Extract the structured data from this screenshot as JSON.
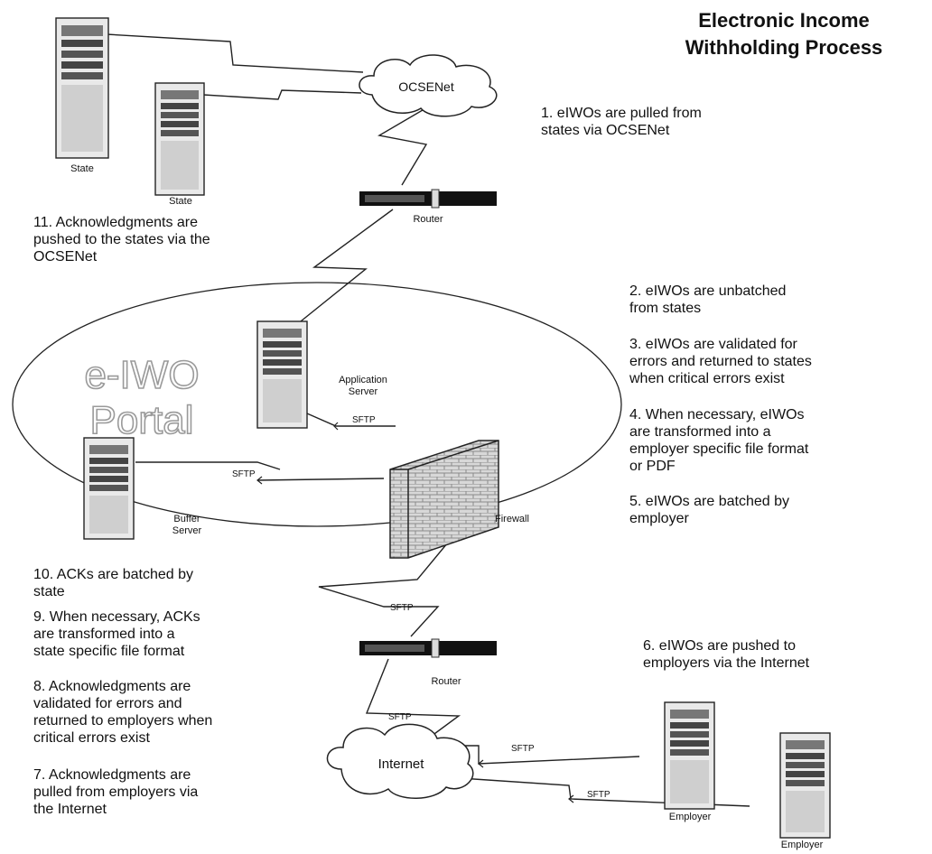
{
  "title": {
    "line1": "Electronic Income",
    "line2": "Withholding Process"
  },
  "nodes": {
    "state_1": "State",
    "state_2": "State",
    "ocsenet": "OCSENet",
    "router_top": "Router",
    "application_server": [
      "Application",
      "Server"
    ],
    "buffer_server": [
      "Buffer",
      "Server"
    ],
    "firewall": "Firewall",
    "router_bottom": "Router",
    "internet": "Internet",
    "employer_1": "Employer",
    "employer_2": "Employer",
    "portal": [
      "e-IWO",
      "Portal"
    ]
  },
  "link_labels": {
    "sftp_app": "SFTP",
    "sftp_buffer": "SFTP",
    "sftp_fw_router": "SFTP",
    "sftp_router_internet": "SFTP",
    "sftp_employer_1": "SFTP",
    "sftp_employer_2": "SFTP"
  },
  "steps": {
    "s1": [
      "1. eIWOs are pulled from",
      "states via OCSENet"
    ],
    "s2": [
      "2. eIWOs are unbatched",
      "from states"
    ],
    "s3": [
      "3. eIWOs are validated for",
      "errors and returned to states",
      "when critical errors exist"
    ],
    "s4": [
      "4. When necessary, eIWOs",
      "are transformed into a",
      "employer specific file format",
      "or PDF"
    ],
    "s5": [
      "5. eIWOs are batched by",
      "employer"
    ],
    "s6": [
      "6. eIWOs are pushed to",
      "employers via the Internet"
    ],
    "s7": [
      "7. Acknowledgments are",
      "pulled from employers via",
      "the Internet"
    ],
    "s8": [
      "8. Acknowledgments are",
      "validated for errors and",
      "returned to employers when",
      "critical errors exist"
    ],
    "s9": [
      "9. When necessary, ACKs",
      "are transformed into a",
      "state specific file format"
    ],
    "s10": [
      "10. ACKs are batched by",
      "state"
    ],
    "s11": [
      "11. Acknowledgments are",
      "pushed to the states via the",
      "OCSENet"
    ]
  }
}
